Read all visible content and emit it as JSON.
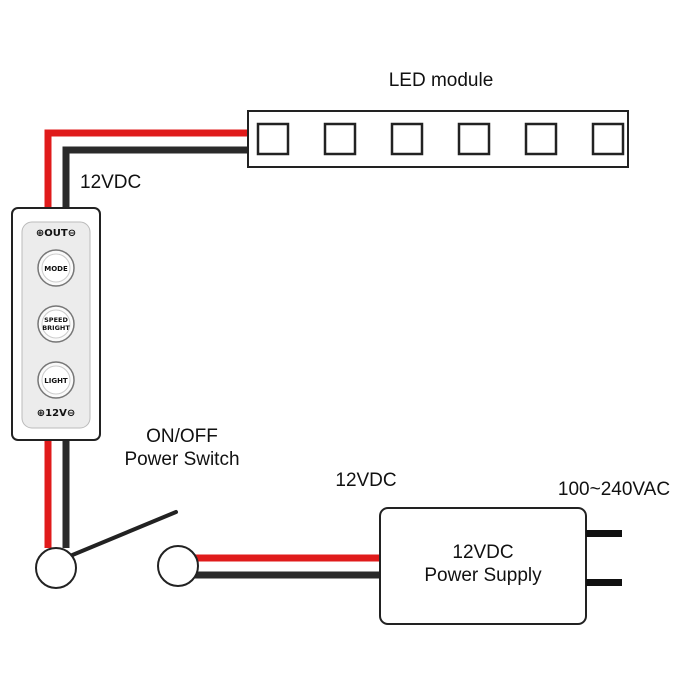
{
  "colors": {
    "positive_wire": "#e01b1b",
    "negative_wire": "#2a2a2a",
    "outline": "#222222",
    "background": "#ffffff"
  },
  "labels": {
    "led_module": "LED module",
    "led_voltage": "12VDC",
    "switch": "ON/OFF\nPower Switch",
    "supply_voltage": "12VDC",
    "ac_input": "100~240VAC"
  },
  "controller": {
    "out_label": "⊕OUT⊖",
    "in_label": "⊕12V⊖",
    "buttons": [
      {
        "label": "MODE"
      },
      {
        "label": "SPEED\nBRIGHT"
      },
      {
        "label": "LIGHT"
      }
    ]
  },
  "power_supply": {
    "label": "12VDC\nPower Supply"
  },
  "led_strip": {
    "led_count": 6
  }
}
